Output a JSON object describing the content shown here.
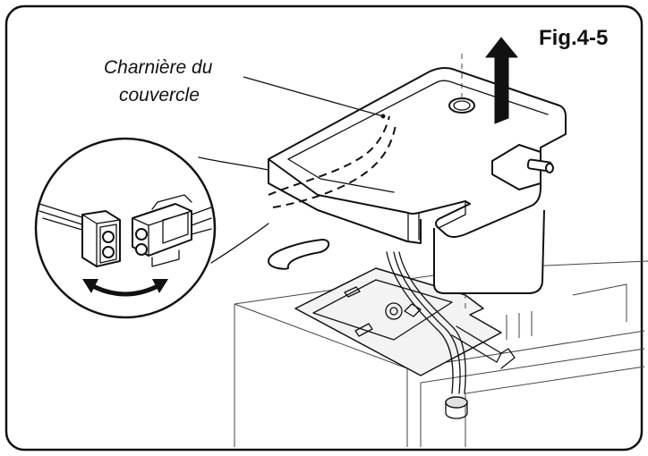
{
  "figure": {
    "label": "Fig.4-5",
    "callout": {
      "line1": "Charnière du",
      "line2": "couvercle"
    }
  },
  "colors": {
    "line": "#111111",
    "frame": "#111111",
    "background": "#ffffff",
    "fill_light": "#f3f3f3"
  },
  "icons": [
    "lift-up-arrow",
    "rotate-double-arrow",
    "connector-plug",
    "connector-socket"
  ]
}
